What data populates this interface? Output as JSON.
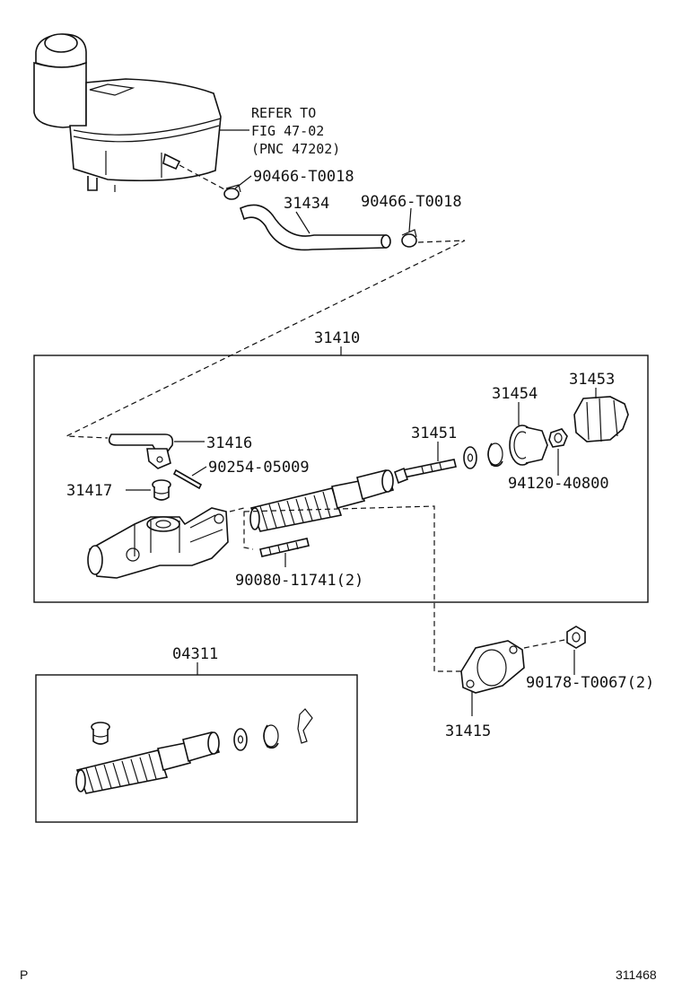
{
  "reservoir_note": {
    "line1": "REFER TO",
    "line2": "FIG 47-02",
    "line3": "(PNC 47202)"
  },
  "parts": {
    "clamp_upper": "90466-T0018",
    "hose": "31434",
    "clamp_lower": "90466-T0018",
    "master_cylinder_assy": "31410",
    "push_rod_boot": "31453",
    "retainer": "31454",
    "push_rod": "31451",
    "inlet_union": "31416",
    "pin": "90254-05009",
    "grommet": "31417",
    "nut_small": "94120-40800",
    "stud_bolt": "90080-11741(2)",
    "repair_kit": "04311",
    "gasket": "31415",
    "nut_flange": "90178-T0067(2)"
  },
  "corner_left": "P",
  "corner_right": "311468"
}
